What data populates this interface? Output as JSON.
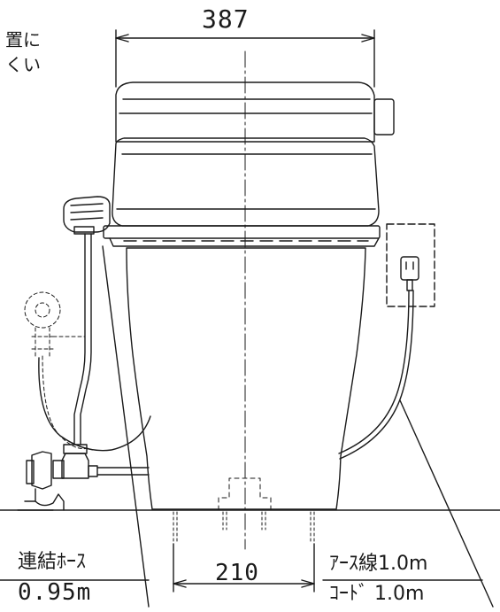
{
  "dimensions": {
    "width_value": "387",
    "center_value": "210"
  },
  "labels": {
    "top_left_note_line1": "置に",
    "top_left_note_line2": "くい",
    "hose_label": "連結ﾎｰｽ",
    "hose_length": "0.95m",
    "earth_label": "ｱｰｽ線1.0m",
    "cord_label": "ｺｰﾄﾞ 1.0m"
  },
  "colors": {
    "line": "#1a1a1a",
    "background": "#ffffff"
  }
}
